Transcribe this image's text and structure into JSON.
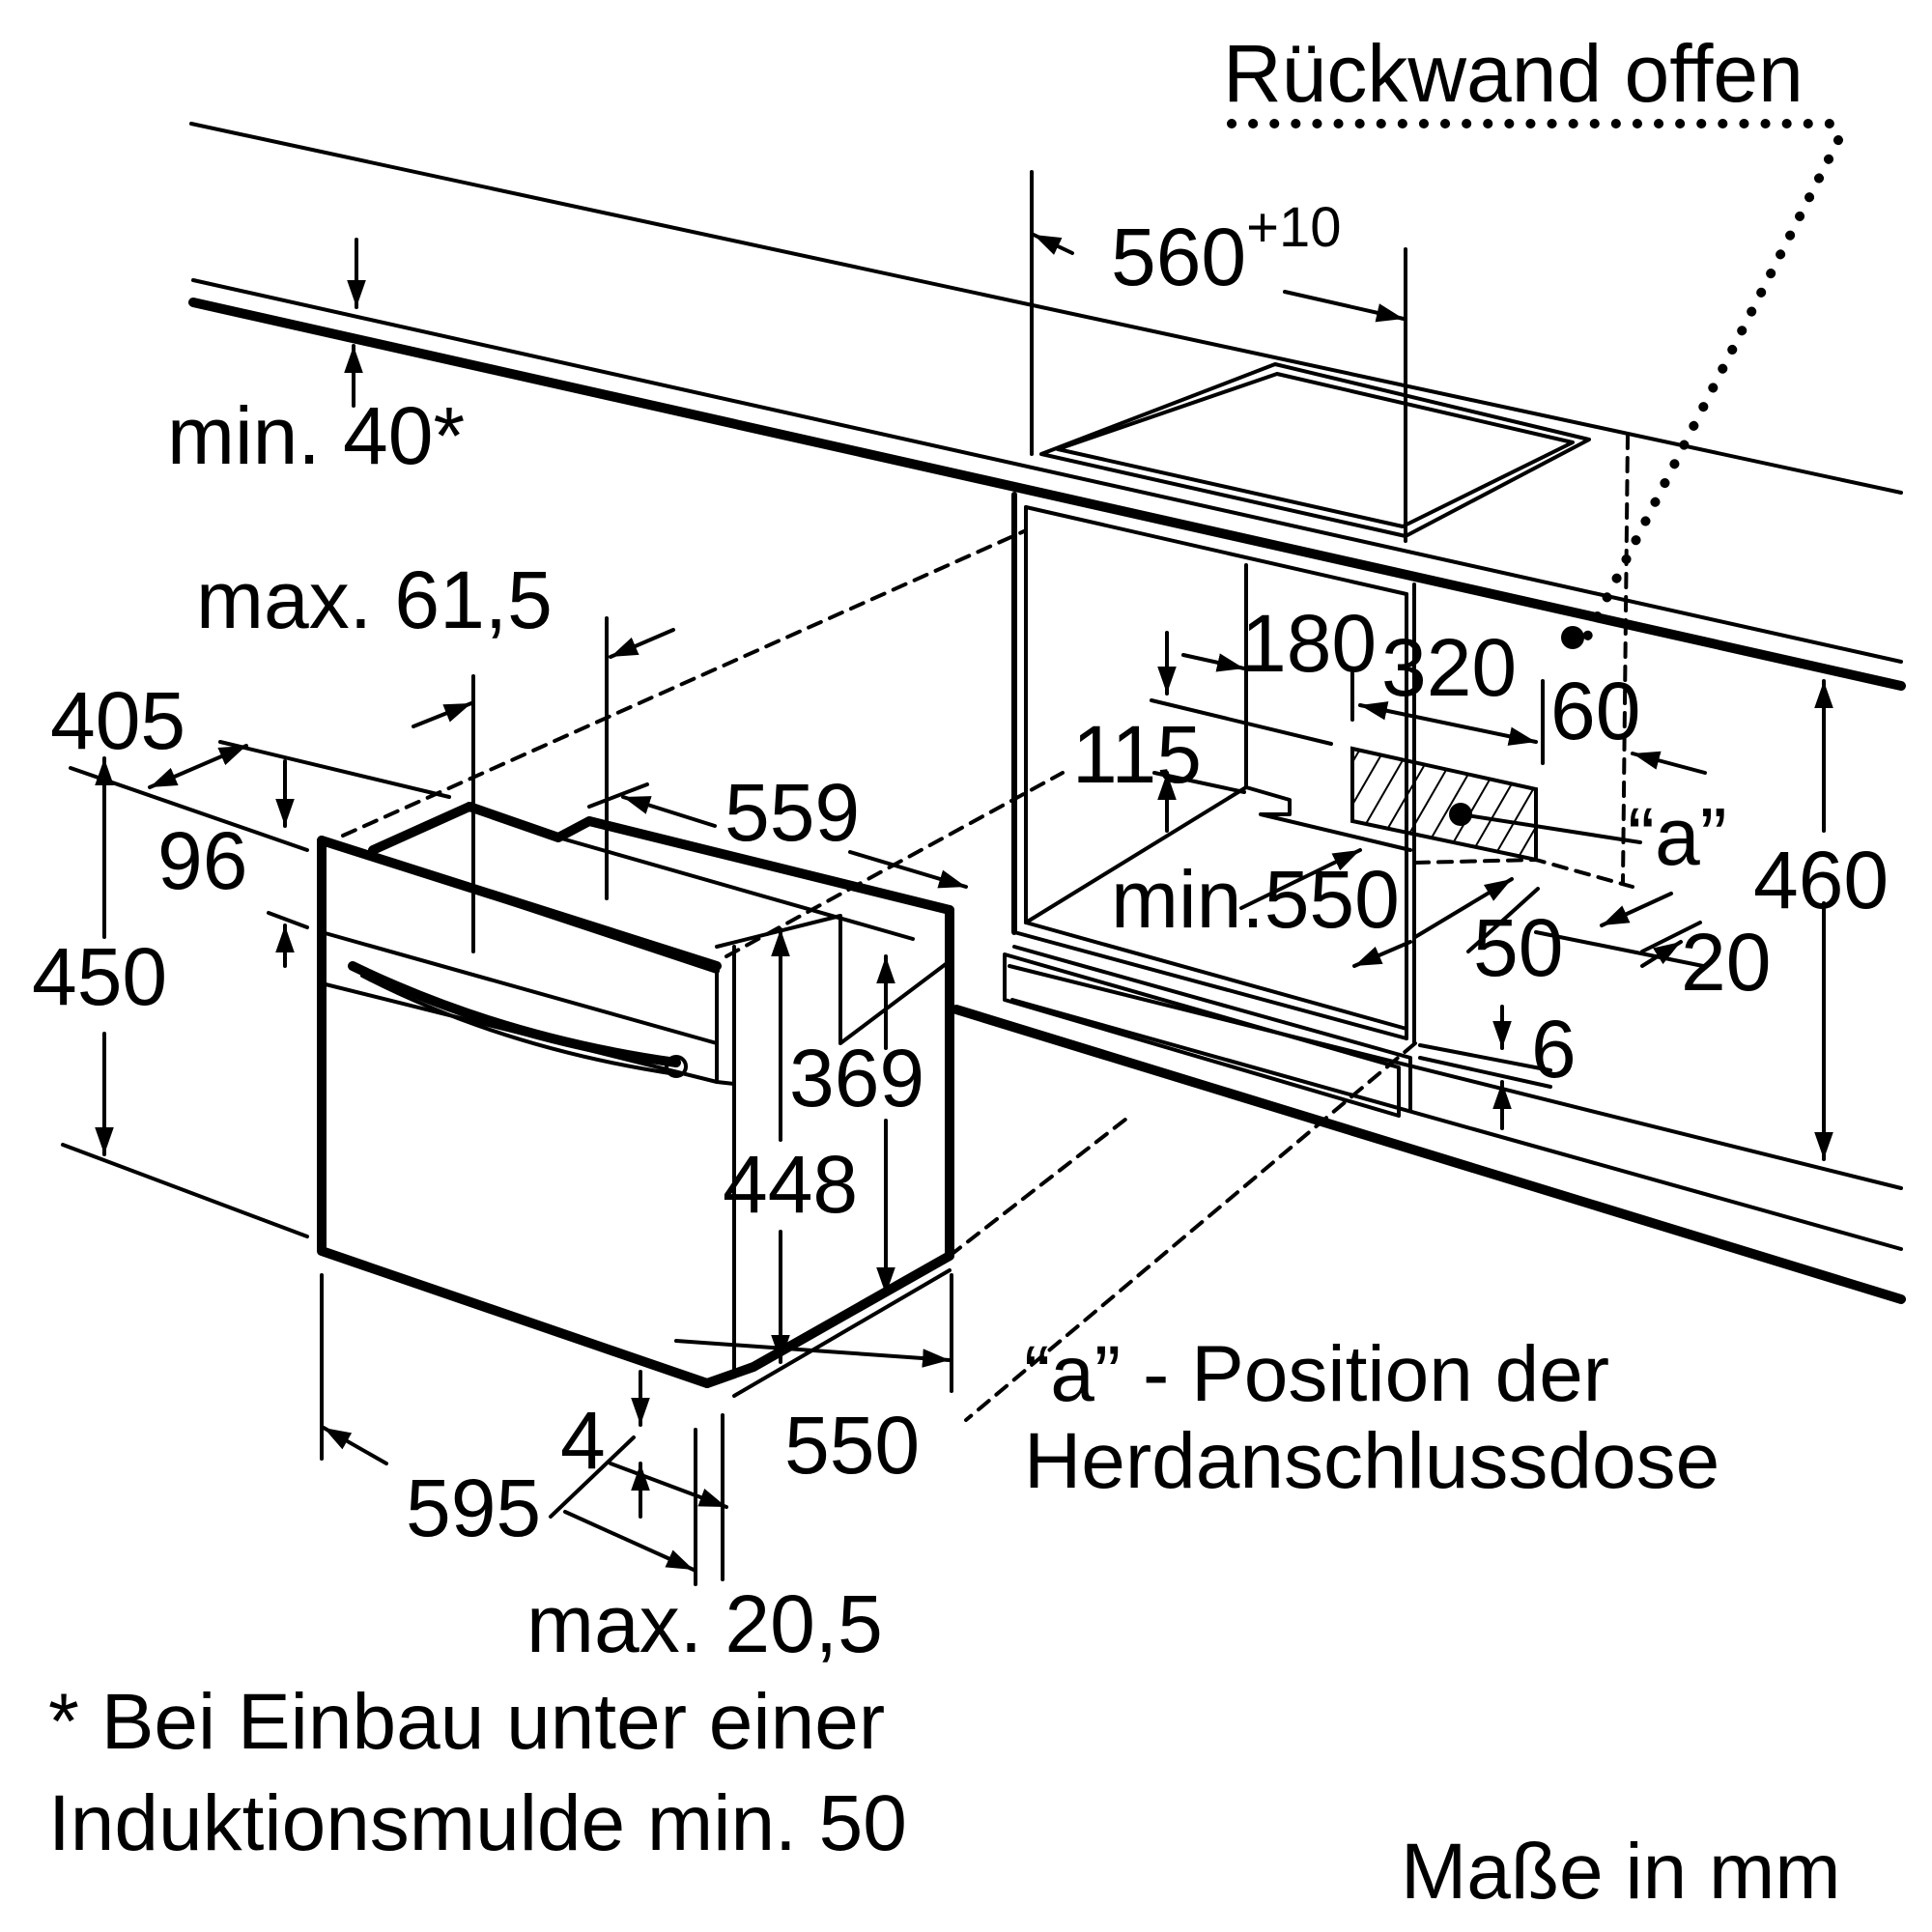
{
  "title": "Einbaumaße Backofen",
  "colors": {
    "ink": "#000000",
    "background": "#ffffff"
  },
  "labels": {
    "rueckwand": "Rückwand offen",
    "niche_width": "560",
    "niche_width_tol": "+10",
    "min_gap_top": "min. 40*",
    "max_615": "max. 61,5",
    "d405": "405",
    "d96": "96",
    "d450": "450",
    "d559": "559",
    "d369": "369",
    "d448": "448",
    "d4": "4",
    "d550": "550",
    "d595": "595",
    "max_205": "max. 20,5",
    "d180": "180",
    "d320": "320",
    "d60": "60",
    "d115": "115",
    "marker_a": "“a”",
    "d460": "460",
    "min_550": "min.550",
    "d50": "50",
    "d20": "20",
    "d6": "6"
  },
  "caption": {
    "line1": "“a” - Position der",
    "line2": "Herdanschlussdose"
  },
  "footnote": {
    "line1": "* Bei Einbau unter einer",
    "line2": "Induktionsmulde min. 50"
  },
  "units": "Maße in mm"
}
